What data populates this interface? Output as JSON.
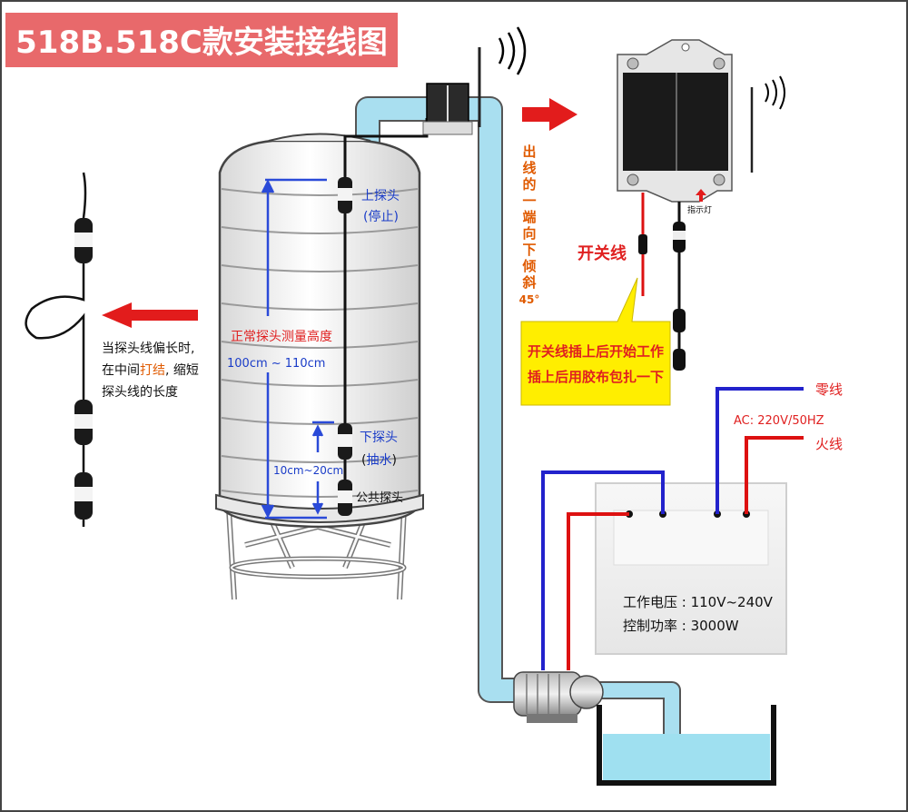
{
  "title": "518B.518C款安装接线图",
  "tank": {
    "upper_probe": "上探头",
    "upper_probe_note": "(停止)",
    "lower_probe": "下探头",
    "lower_probe_note_open": "(",
    "lower_probe_note_word": "抽水",
    "lower_probe_note_close": ")",
    "common_probe": "公共探头",
    "normal_height_label": "正常探头测量高度",
    "normal_height_range": "100cm ~ 110cm",
    "gap_range": "10cm~20cm"
  },
  "left_note": {
    "line1": "当探头线偏长时,",
    "line2_pre": "在中间",
    "line2_highlight": "打结",
    "line2_post": ", 缩短",
    "line3": "探头线的长度"
  },
  "vertical_note": [
    "出",
    "线",
    "的",
    "一",
    "端",
    "向",
    "下",
    "倾",
    "斜",
    "45°"
  ],
  "receiver": {
    "indicator_label": "指示灯",
    "switch_wire_label": "开关线"
  },
  "callout": {
    "line1": "开关线插上后开始工作",
    "line2": "插上后用胶布包扎一下"
  },
  "power": {
    "neutral_label": "零线",
    "ac_label": "AC: 220V/50HZ",
    "live_label": "火线"
  },
  "controller": {
    "voltage_label": "工作电压 : 110V~240V",
    "power_label": "控制功率 : 3000W"
  },
  "colors": {
    "title_bg": "#e8696b",
    "pipe": "#a9dff0",
    "water": "#9fe0f0",
    "arrow_red": "#e21c1c",
    "wire_blue": "#2222cc",
    "wire_red": "#dd1111",
    "probe_blue_text": "#1a3cc8",
    "callout_bg": "#ffee00",
    "note_orange": "#e05a00"
  }
}
